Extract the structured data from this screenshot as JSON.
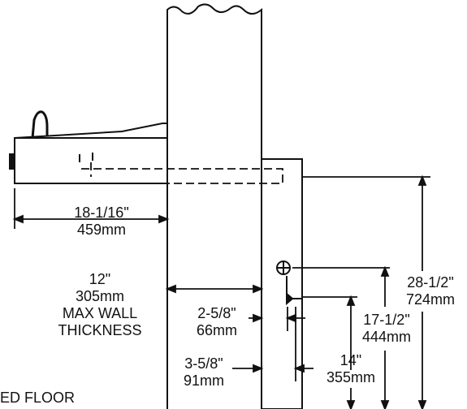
{
  "dimensions": {
    "projection": {
      "imperial": "18-1/16\"",
      "metric": "459mm"
    },
    "wall": {
      "imperial": "12\"",
      "metric": "305mm",
      "note_line1": "MAX WALL",
      "note_line2": "THICKNESS"
    },
    "frame_offset": {
      "imperial": "2-5/8\"",
      "metric": "66mm"
    },
    "supply_offset": {
      "imperial": "3-5/8\"",
      "metric": "91mm"
    },
    "supply_height": {
      "imperial": "14\"",
      "metric": "355mm"
    },
    "drain_height": {
      "imperial": "17-1/2\"",
      "metric": "444mm"
    },
    "unit_height": {
      "imperial": "28-1/2\"",
      "metric": "724mm"
    }
  },
  "floor_label": "ED FLOOR"
}
